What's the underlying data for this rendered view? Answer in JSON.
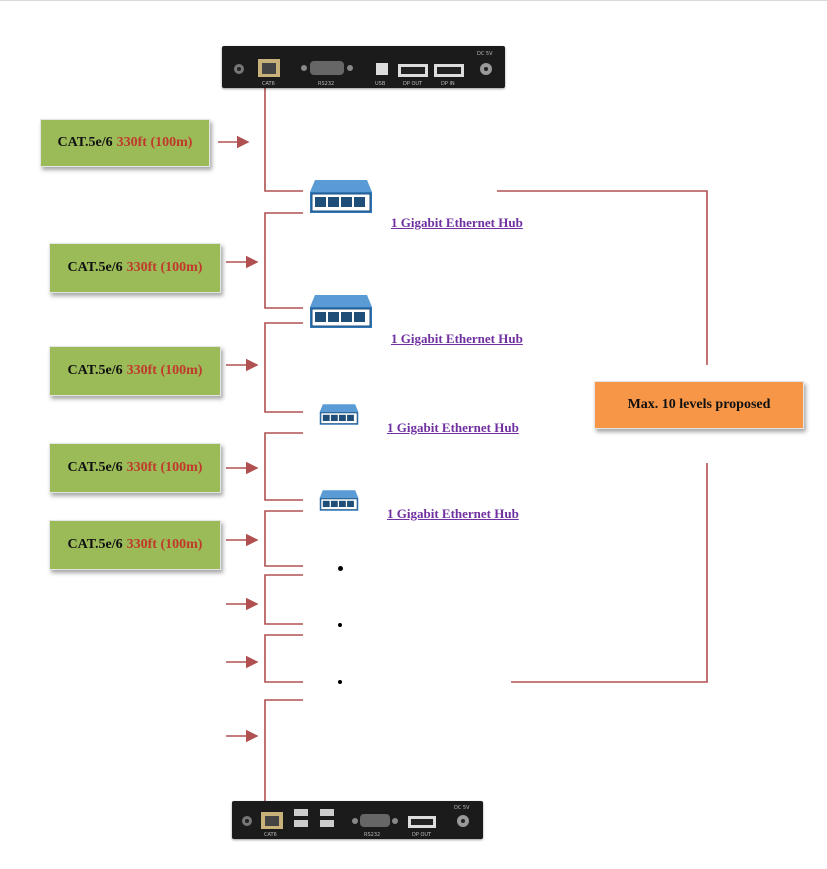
{
  "transmitter": {
    "ports": [
      "CAT6",
      "RS232",
      "USB",
      "DP OUT",
      "DP IN",
      "DC 5V"
    ]
  },
  "receiver": {
    "ports": [
      "CAT6",
      "RS232",
      "DP OUT",
      "DC 5V"
    ]
  },
  "cable_labels": [
    {
      "type": "CAT.5e/6",
      "distance": "330ft (100m)"
    },
    {
      "type": "CAT.5e/6",
      "distance": "330ft (100m)"
    },
    {
      "type": "CAT.5e/6",
      "distance": "330ft (100m)"
    },
    {
      "type": "CAT.5e/6",
      "distance": "330ft (100m)"
    },
    {
      "type": "CAT.5e/6",
      "distance": "330ft (100m)"
    }
  ],
  "hubs": [
    {
      "label": "1 Gigabit Ethernet Hub"
    },
    {
      "label": "1 Gigabit Ethernet Hub"
    },
    {
      "label": "1 Gigabit Ethernet Hub"
    },
    {
      "label": "1 Gigabit Ethernet Hub"
    }
  ],
  "levels_note": "Max. 10 levels proposed",
  "colors": {
    "cable_box": "#9bbb59",
    "distance_text": "#c0392b",
    "hub_label": "#7030a0",
    "levels_box": "#f79646",
    "connector_line": "#b05050",
    "hub_body": "#2e75b6"
  }
}
